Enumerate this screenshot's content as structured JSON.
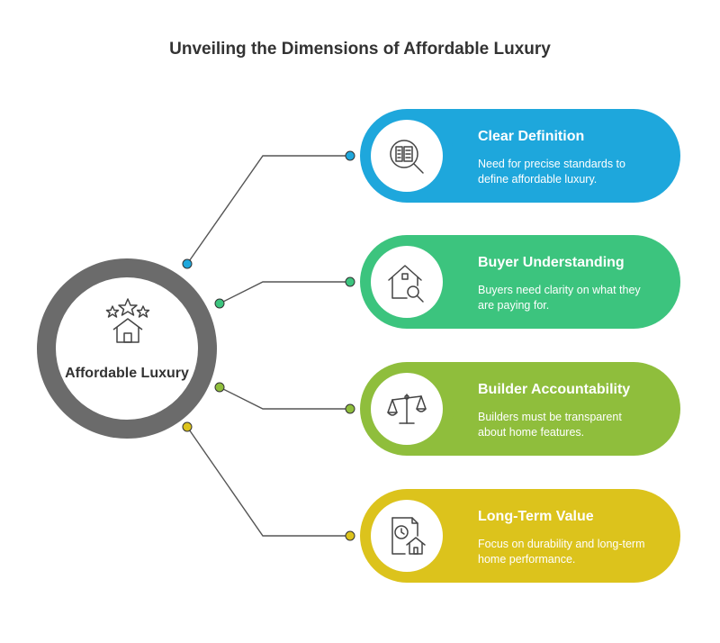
{
  "title": "Unveiling the Dimensions of Affordable Luxury",
  "hub": {
    "label": "Affordable Luxury",
    "icon": "stars-house-icon",
    "color": "#6b6b6b"
  },
  "items": [
    {
      "title": "Clear Definition",
      "description": "Need for precise standards to define affordable luxury.",
      "icon": "document-search-icon",
      "color": "#1ea7dc"
    },
    {
      "title": "Buyer Understanding",
      "description": "Buyers need clarity on what they are paying for.",
      "icon": "house-search-icon",
      "color": "#3cc47e"
    },
    {
      "title": "Builder Accountability",
      "description": "Builders must be transparent about home features.",
      "icon": "balance-scale-icon",
      "color": "#8fbe3c"
    },
    {
      "title": "Long-Term Value",
      "description": "Focus on durability and long-term home performance.",
      "icon": "document-clock-house-icon",
      "color": "#dcc31c"
    }
  ]
}
